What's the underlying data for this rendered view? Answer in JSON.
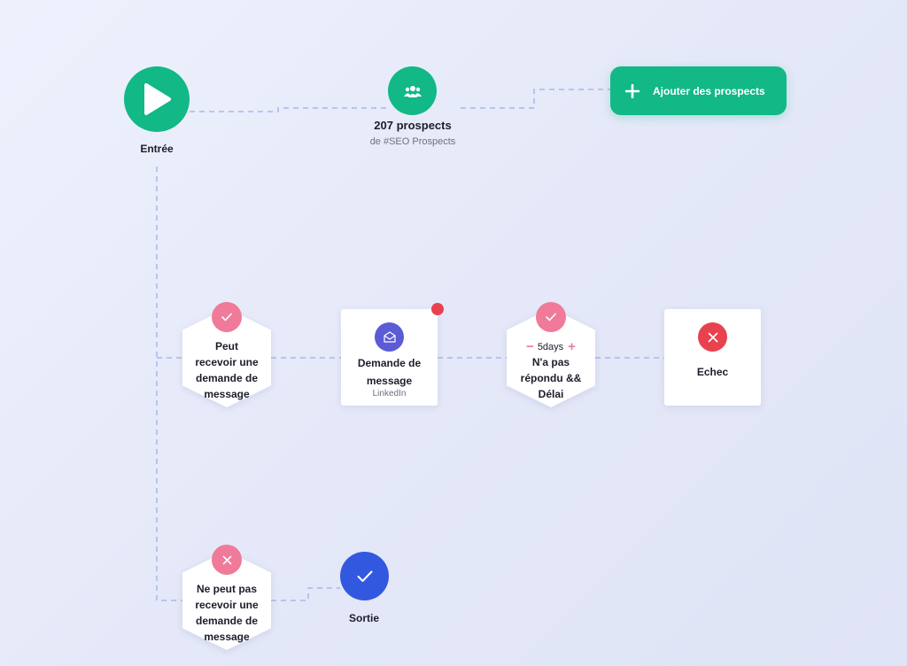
{
  "entry": {
    "label": "Entrée"
  },
  "prospects": {
    "count_label": "207 prospects",
    "source_label": "de #SEO Prospects"
  },
  "add_button": {
    "label": "Ajouter des prospects"
  },
  "condition_yes": {
    "lines": [
      "Peut",
      "recevoir une",
      "demande de",
      "message"
    ]
  },
  "message_request": {
    "title_line1": "Demande de",
    "title_line2": "message",
    "channel": "LinkedIn"
  },
  "delay_condition": {
    "delay_label": "5days",
    "lines": [
      "N'a pas",
      "répondu &&",
      "Délai"
    ]
  },
  "failure": {
    "label": "Echec"
  },
  "condition_no": {
    "lines": [
      "Ne peut pas",
      "recevoir une",
      "demande de",
      "message"
    ]
  },
  "exit": {
    "label": "Sortie"
  },
  "colors": {
    "green": "#12b886",
    "pink": "#f07a9a",
    "red": "#e8424f",
    "blue": "#3358e0",
    "purple": "#5b5bd6"
  }
}
